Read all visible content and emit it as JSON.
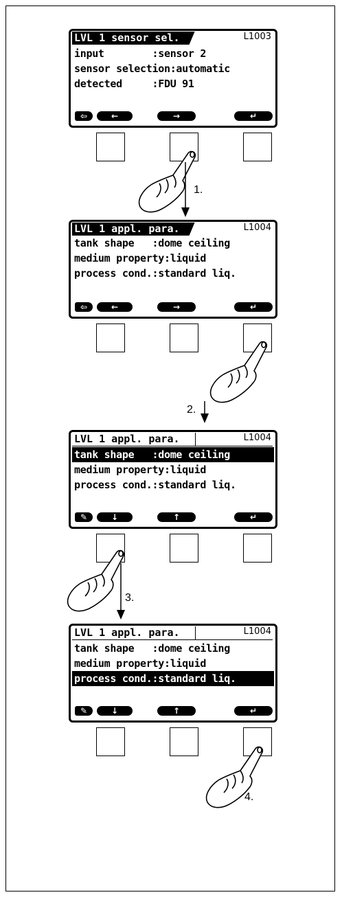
{
  "panels": [
    {
      "title": "LVL 1 sensor sel.",
      "code": "L1003",
      "rows": [
        "input        :sensor 2",
        "sensor selection:automatic",
        "detected     :FDU 91"
      ],
      "softkeys": [
        "⇦",
        "←",
        "→",
        "↵"
      ]
    },
    {
      "title": "LVL 1 appl. para.",
      "code": "L1004",
      "rows": [
        "tank shape   :dome ceiling",
        "medium property:liquid",
        "process cond.:standard liq."
      ],
      "softkeys": [
        "⇦",
        "←",
        "→",
        "↵"
      ]
    },
    {
      "title": "LVL 1 appl. para.",
      "code": "L1004",
      "rows": [
        "tank shape   :dome ceiling",
        "medium property:liquid",
        "process cond.:standard liq."
      ],
      "softkeys": [
        "✎",
        "↓",
        "↑",
        "↵"
      ]
    },
    {
      "title": "LVL 1 appl. para.",
      "code": "L1004",
      "rows": [
        "tank shape   :dome ceiling",
        "medium property:liquid",
        "process cond.:standard liq."
      ],
      "softkeys": [
        "✎",
        "↓",
        "↑",
        "↵"
      ]
    }
  ],
  "steps": [
    "1.",
    "2.",
    "3.",
    "4."
  ],
  "colors": {
    "ink": "#000000",
    "paper": "#ffffff"
  }
}
